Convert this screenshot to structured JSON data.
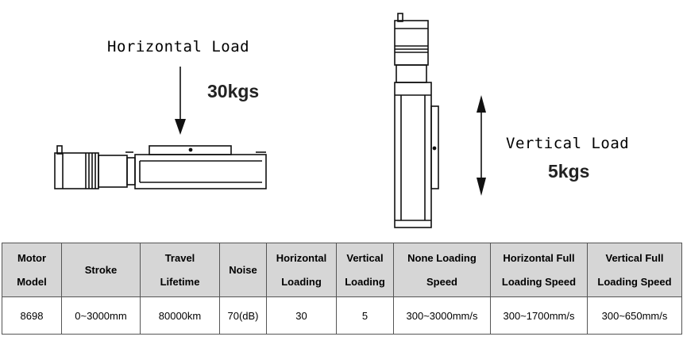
{
  "diagram": {
    "horizontal_label": "Horizontal Load",
    "horizontal_value": "30kgs",
    "vertical_label": "Vertical Load",
    "vertical_value": "5kgs"
  },
  "table": {
    "headers": [
      [
        "Motor",
        "Model"
      ],
      [
        "Stroke"
      ],
      [
        "Travel",
        "Lifetime"
      ],
      [
        "Noise"
      ],
      [
        "Horizontal",
        "Loading"
      ],
      [
        "Vertical",
        "Loading"
      ],
      [
        "None Loading",
        "Speed"
      ],
      [
        "Horizontal Full",
        "Loading Speed"
      ],
      [
        "Vertical Full",
        "Loading Speed"
      ]
    ],
    "row": [
      "8698",
      "0~3000mm",
      "80000km",
      "70(dB)",
      "30",
      "5",
      "300~3000mm/s",
      "300~1700mm/s",
      "300~650mm/s"
    ]
  }
}
